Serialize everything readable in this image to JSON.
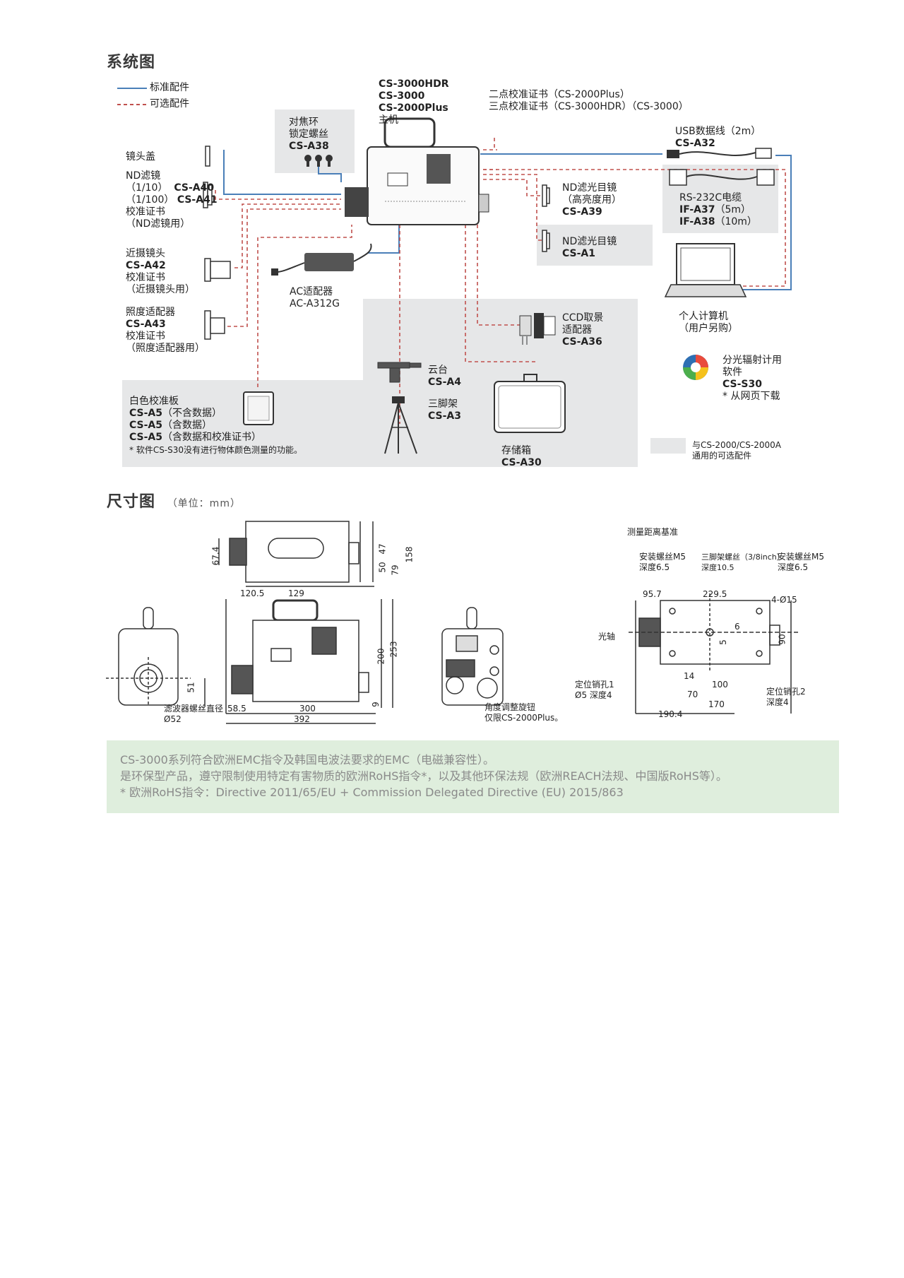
{
  "system": {
    "title": "系统图",
    "legend": [
      {
        "label": "标准配件"
      },
      {
        "label": "可选配件"
      }
    ],
    "main_unit": {
      "lines": [
        "CS-3000HDR",
        "CS-3000",
        "CS-2000Plus",
        "主机"
      ]
    },
    "calib_cert": {
      "line1": "二点校准证书（CS-2000Plus）",
      "line2": "三点校准证书（CS-3000HDR）（CS-3000）"
    },
    "focus_ring": {
      "line1": "对焦环",
      "line2": "锁定螺丝",
      "code": "CS-A38"
    },
    "lens_cap": {
      "label": "镜头盖"
    },
    "nd_filter": {
      "line1": "ND滤镜",
      "line2": "（1/10）",
      "code1": "CS-A40",
      "line3": "（1/100）",
      "code2": "CS-A41",
      "line4": "校准证书",
      "line5": "（ND滤镜用）"
    },
    "closeup": {
      "line1": "近摄镜头",
      "code": "CS-A42",
      "line2": "校准证书",
      "line3": "（近摄镜头用）"
    },
    "illum": {
      "line1": "照度适配器",
      "code": "CS-A43",
      "line2": "校准证书",
      "line3": "（照度适配器用）"
    },
    "ac": {
      "line1": "AC适配器",
      "line2": "AC-A312G"
    },
    "nd39": {
      "line1": "ND滤光目镜",
      "line2": "（高亮度用）",
      "code": "CS-A39"
    },
    "nd1": {
      "line1": "ND滤光目镜",
      "code": "CS-A1"
    },
    "usb": {
      "line1": "USB数据线（2m）",
      "code": "CS-A32"
    },
    "rs232": {
      "line1": "RS-232C电缆",
      "code1": "IF-A37",
      "len1": "（5m）",
      "code2": "IF-A38",
      "len2": "（10m）"
    },
    "pc": {
      "line1": "个人计算机",
      "line2": "（用户另购）"
    },
    "software": {
      "line1": "分光辐射计用",
      "line2": "软件",
      "code": "CS-S30",
      "note": "* 从网页下载"
    },
    "ccd": {
      "line1": "CCD取景",
      "line2": "适配器",
      "code": "CS-A36"
    },
    "pantilt": {
      "line1": "云台",
      "code": "CS-A4"
    },
    "tripod": {
      "line1": "三脚架",
      "code": "CS-A3"
    },
    "case": {
      "line1": "存储箱",
      "code": "CS-A30"
    },
    "white_plate": {
      "line1": "白色校准板",
      "code": "CS-A5",
      "opt1": "（不含数据）",
      "opt2": "（含数据）",
      "opt3": "（含数据和校准证书）",
      "note": "* 软件CS-S30没有进行物体颜色测量的功能。"
    },
    "compat": {
      "line1": "与CS-2000/CS-2000A",
      "line2": "通用的可选配件"
    },
    "colors": {
      "standard_line": "#4a7fb8",
      "optional_line": "#c0504d",
      "grey_box": "#e6e7e8"
    }
  },
  "dimensions": {
    "title": "尺寸图",
    "unit": "（单位：mm）",
    "top": {
      "d67": "67.4",
      "d47": "47",
      "d50": "50",
      "d79": "79",
      "d158": "158"
    },
    "side": {
      "d1205": "120.5",
      "d129": "129",
      "d200": "200",
      "d253": "253",
      "d9": "9",
      "d585": "58.5",
      "d300": "300",
      "d392": "392"
    },
    "front": {
      "d51": "51",
      "filter_label": "滤波器螺丝直径",
      "filter_dia": "Ø52"
    },
    "rear": {
      "knob1": "角度调整旋钮",
      "knob2": "仅限CS-2000Plus。"
    },
    "bottom": {
      "ref": "测量距离基准",
      "m5a_1": "安装螺丝M5",
      "m5a_2": "深度6.5",
      "tri_1": "三脚架螺丝（3/8inch）",
      "tri_2": "深度10.5",
      "m5b_1": "安装螺丝M5",
      "m5b_2": "深度6.5",
      "d957": "95.7",
      "d2295": "229.5",
      "hole": "4-Ø15",
      "axis": "光轴",
      "d6": "6",
      "d5": "5",
      "d90": "90",
      "d14": "14",
      "d100": "100",
      "d70": "70",
      "d170": "170",
      "d1904": "190.4",
      "pin1_1": "定位销孔1",
      "pin1_2": "Ø5 深度4",
      "pin2_1": "定位销孔2",
      "pin2_2": "深度4"
    }
  },
  "notes": {
    "line1": "CS-3000系列符合欧洲EMC指令及韩国电波法要求的EMC（电磁兼容性）。",
    "line2": "是环保型产品，遵守限制使用特定有害物质的欧洲RoHS指令*，以及其他环保法规（欧洲REACH法规、中国版RoHS等）。",
    "line3": "* 欧洲RoHS指令：Directive 2011/65/EU  + Commission Delegated Directive (EU) 2015/863"
  }
}
